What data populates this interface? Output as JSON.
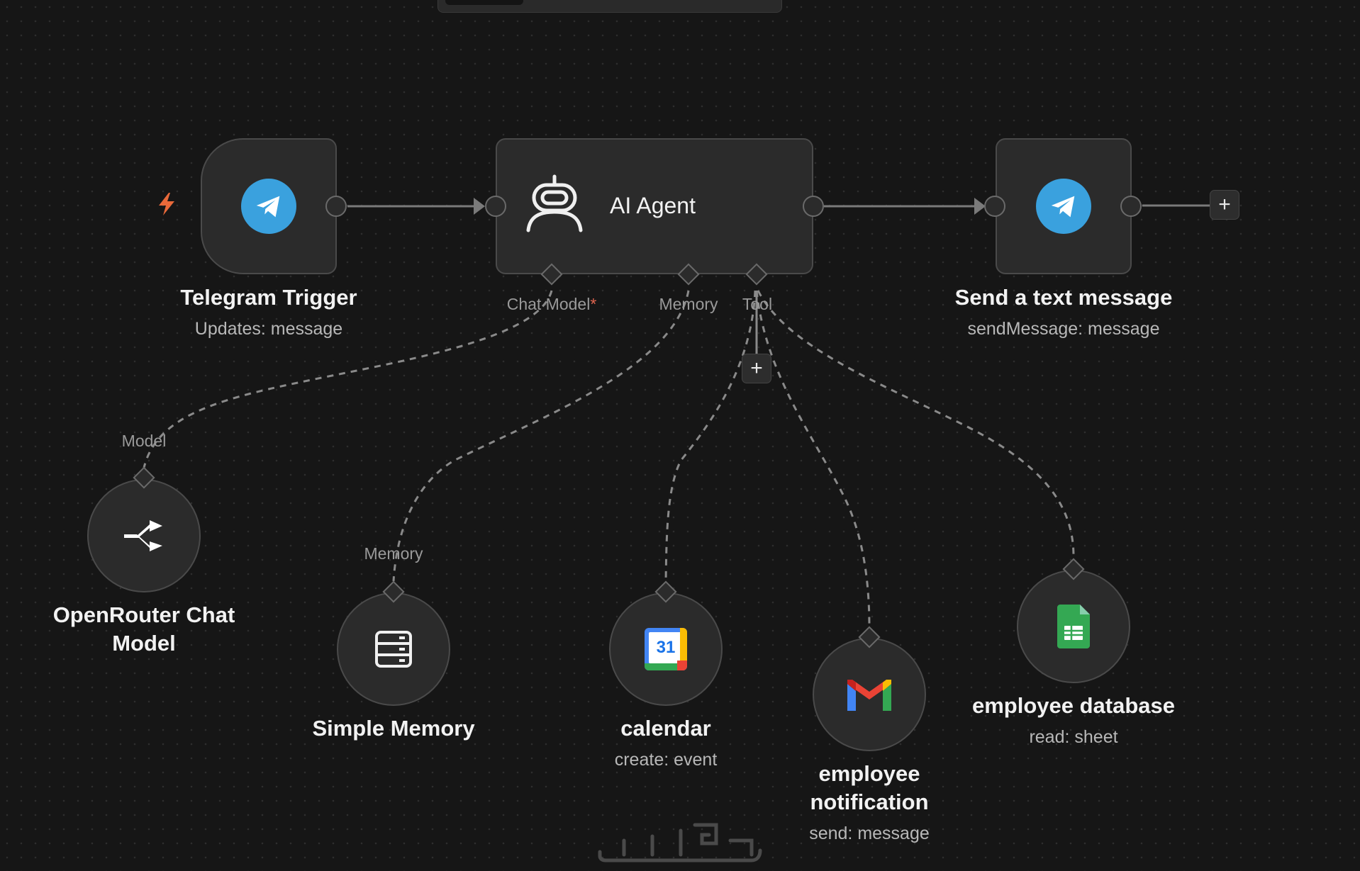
{
  "canvas": {
    "background": "#161616",
    "accent_telegram": "#3aa1de",
    "accent_trigger": "#e8693a"
  },
  "nodes": {
    "telegram_trigger": {
      "title": "Telegram Trigger",
      "subtitle": "Updates: message",
      "icon": "telegram-icon"
    },
    "ai_agent": {
      "title": "AI Agent",
      "icon": "robot-icon",
      "handles": {
        "chat_model": "Chat Model",
        "chat_model_required": "*",
        "memory": "Memory",
        "tool": "Tool"
      }
    },
    "send_message": {
      "title": "Send a text message",
      "subtitle": "sendMessage: message",
      "icon": "telegram-icon"
    },
    "openrouter": {
      "title_line1": "OpenRouter Chat",
      "title_line2": "Model",
      "handle": "Model",
      "icon": "openrouter-icon"
    },
    "simple_memory": {
      "title": "Simple Memory",
      "handle": "Memory",
      "icon": "database-icon"
    },
    "calendar": {
      "title": "calendar",
      "subtitle": "create: event",
      "icon": "google-calendar-icon",
      "icon_text": "31"
    },
    "employee_notification": {
      "title_line1": "employee",
      "title_line2": "notification",
      "subtitle": "send: message",
      "icon": "gmail-icon"
    },
    "employee_database": {
      "title": "employee database",
      "subtitle": "read: sheet",
      "icon": "google-sheets-icon"
    }
  },
  "controls": {
    "add_symbol": "+"
  }
}
